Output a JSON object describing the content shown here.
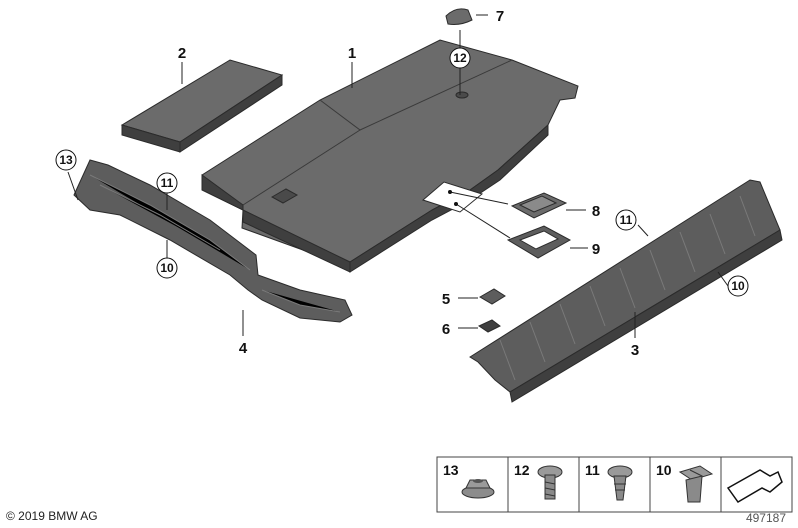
{
  "callouts": {
    "c1": "1",
    "c2": "2",
    "c3": "3",
    "c4": "4",
    "c5": "5",
    "c6": "6",
    "c7": "7",
    "c8": "8",
    "c9": "9",
    "c10a": "10",
    "c10b": "10",
    "c11a": "11",
    "c11b": "11",
    "c12": "12",
    "c13": "13"
  },
  "legend": {
    "items": [
      "13",
      "12",
      "11",
      "10"
    ]
  },
  "footer": {
    "copyright": "© 2019 BMW AG",
    "diagram_id": "497187"
  }
}
